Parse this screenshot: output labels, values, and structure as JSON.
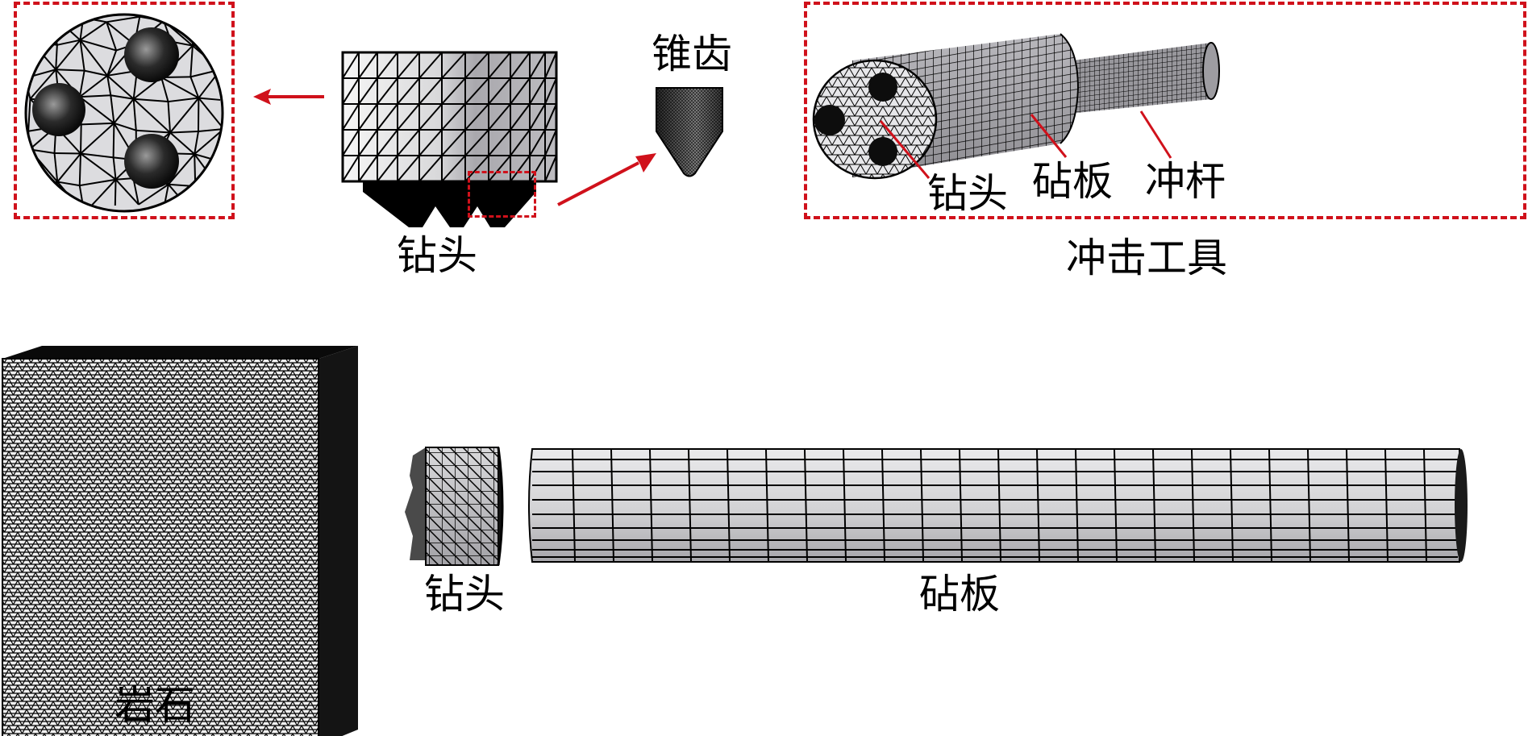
{
  "figure": {
    "accent_color": "#d0111b",
    "mesh_color": "#000000",
    "surface_light": "#e6e6e8",
    "surface_dark": "#9a999e"
  },
  "top_left": {
    "drill_bit_label": "钻头",
    "cone_tooth_label": "锥齿",
    "face_view": {
      "tooth_count": 3
    },
    "arrows": [
      "arrow-to-face-view",
      "arrow-to-cone-tooth"
    ]
  },
  "impact_tool": {
    "title": "冲击工具",
    "callouts": {
      "drill_bit": "钻头",
      "anvil": "砧板",
      "punch_rod": "冲杆"
    }
  },
  "bottom": {
    "rock_label": "岩石",
    "drill_bit_label": "钻头",
    "anvil_label": "砧板"
  }
}
